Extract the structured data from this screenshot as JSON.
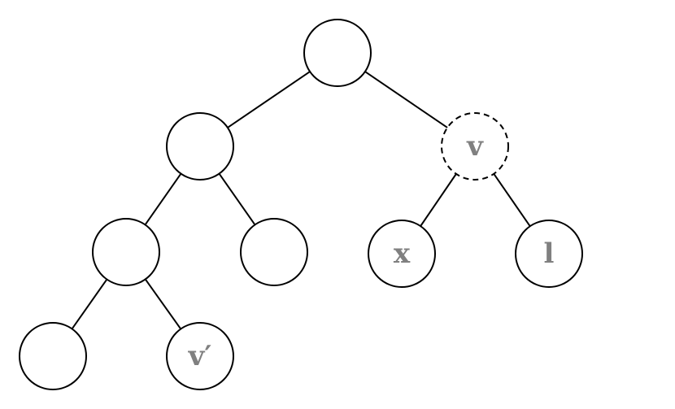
{
  "tree": {
    "nodes": [
      {
        "id": "root",
        "label": ""
      },
      {
        "id": "left",
        "label": ""
      },
      {
        "id": "v",
        "label": "v",
        "dashed": true
      },
      {
        "id": "left-left",
        "label": ""
      },
      {
        "id": "left-right",
        "label": ""
      },
      {
        "id": "x",
        "label": "x"
      },
      {
        "id": "l",
        "label": "l"
      },
      {
        "id": "left-left-left",
        "label": ""
      },
      {
        "id": "v-prime",
        "label": "v′"
      }
    ],
    "edges": [
      [
        "root",
        "left"
      ],
      [
        "root",
        "v"
      ],
      [
        "left",
        "left-left"
      ],
      [
        "left",
        "left-right"
      ],
      [
        "v",
        "x"
      ],
      [
        "v",
        "l"
      ],
      [
        "left-left",
        "left-left-left"
      ],
      [
        "left-left",
        "v-prime"
      ]
    ]
  }
}
